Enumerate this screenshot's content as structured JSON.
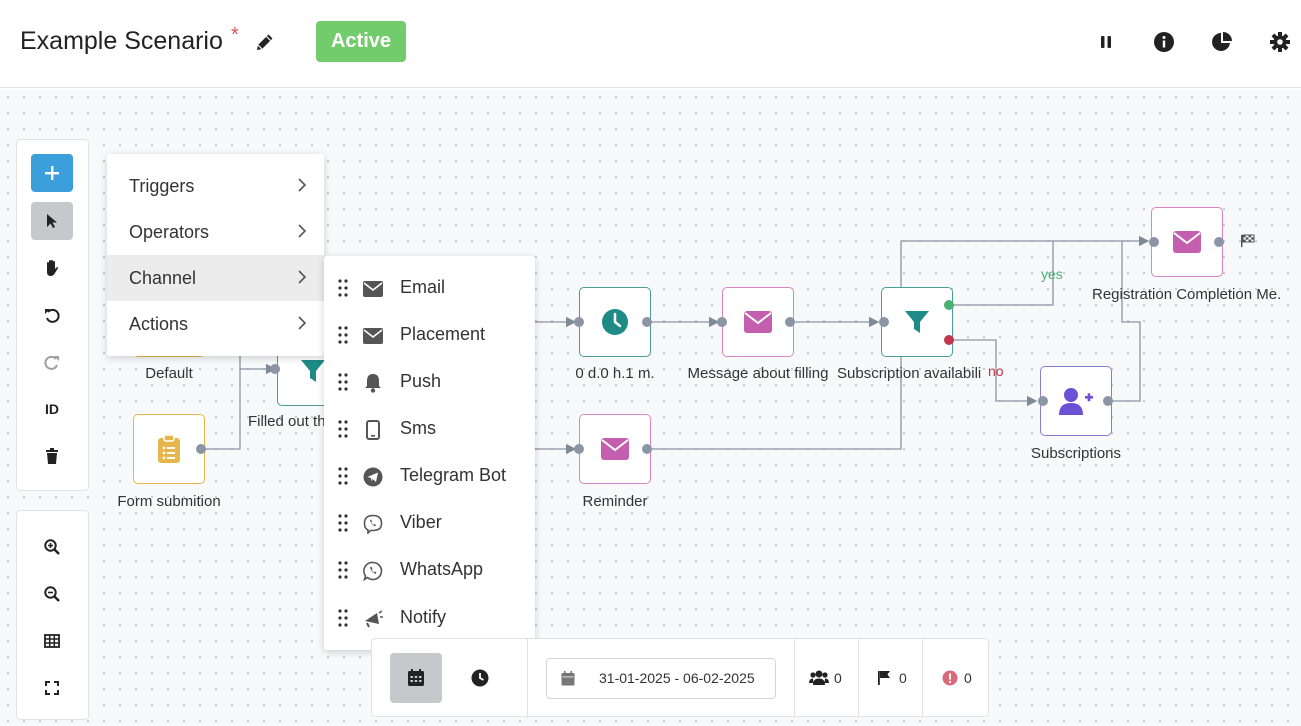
{
  "header": {
    "title": "Example Scenario",
    "unsaved_marker": "*",
    "status": "Active",
    "status_color": "#72cc6b",
    "actions": [
      "pause-icon",
      "info-icon",
      "pie-chart-icon",
      "gear-icon"
    ]
  },
  "toolbar": {
    "id_label": "ID",
    "tools": [
      "plus-icon",
      "pointer-icon",
      "hand-icon",
      "undo-icon",
      "redo-icon",
      "id",
      "trash-icon"
    ],
    "zoom_tools": [
      "zoom-in-icon",
      "zoom-out-icon",
      "grid-icon",
      "fullscreen-icon"
    ]
  },
  "menu": {
    "items": [
      {
        "label": "Triggers"
      },
      {
        "label": "Operators"
      },
      {
        "label": "Channel"
      },
      {
        "label": "Actions"
      }
    ]
  },
  "submenu": {
    "items": [
      {
        "label": "Email",
        "icon": "envelope-icon"
      },
      {
        "label": "Placement",
        "icon": "envelope-icon"
      },
      {
        "label": "Push",
        "icon": "bell-icon"
      },
      {
        "label": "Sms",
        "icon": "mobile-icon"
      },
      {
        "label": "Telegram Bot",
        "icon": "telegram-icon"
      },
      {
        "label": "Viber",
        "icon": "viber-icon"
      },
      {
        "label": "WhatsApp",
        "icon": "whatsapp-icon"
      },
      {
        "label": "Notify",
        "icon": "megaphone-icon"
      }
    ]
  },
  "nodes": {
    "default": {
      "label": "Default"
    },
    "form": {
      "label": "Form submition"
    },
    "filter1": {
      "label": "Filled out th"
    },
    "delay": {
      "label": "0 d.0 h.1 m."
    },
    "message": {
      "label": "Message about filling"
    },
    "reminder": {
      "label": "Reminder"
    },
    "filter2": {
      "label": "Subscription availabili"
    },
    "subscriptions": {
      "label": "Subscriptions"
    },
    "registration": {
      "label": "Registration Completion Me.."
    }
  },
  "edges": {
    "yes": "yes",
    "no": "no"
  },
  "colors": {
    "trigger": "#e6b64a",
    "operator": "#4a9e97",
    "channel": "#d884c6",
    "action": "#8d7ad6"
  },
  "bottombar": {
    "date_range": "31-01-2025 - 06-02-2025",
    "users_count": "0",
    "finished_count": "0",
    "errors_count": "0"
  }
}
